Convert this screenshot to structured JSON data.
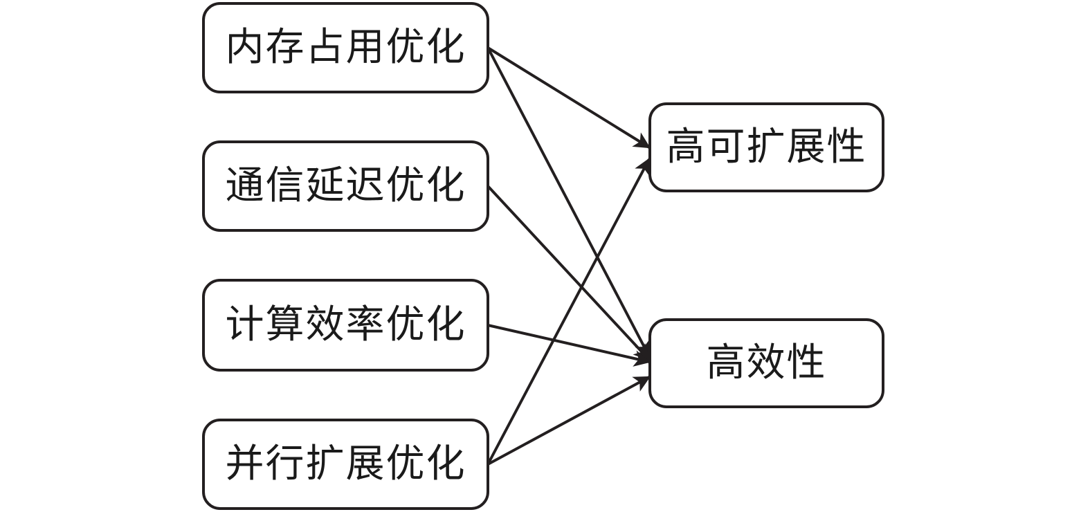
{
  "diagram": {
    "title": "optimization-goals-diagram",
    "nodes": [
      {
        "id": "memory",
        "label": "内存占用优化"
      },
      {
        "id": "comm",
        "label": "通信延迟优化"
      },
      {
        "id": "compute",
        "label": "计算效率优化"
      },
      {
        "id": "parallel",
        "label": "并行扩展优化"
      },
      {
        "id": "scalability",
        "label": "高可扩展性"
      },
      {
        "id": "efficiency",
        "label": "高效性"
      }
    ],
    "edges": [
      {
        "from": "memory",
        "to": "scalability"
      },
      {
        "from": "memory",
        "to": "efficiency"
      },
      {
        "from": "comm",
        "to": "efficiency"
      },
      {
        "from": "compute",
        "to": "efficiency"
      },
      {
        "from": "parallel",
        "to": "scalability"
      },
      {
        "from": "parallel",
        "to": "efficiency"
      }
    ],
    "colors": {
      "stroke": "#231f20",
      "background": "#ffffff",
      "text": "#1a1a1a"
    }
  }
}
